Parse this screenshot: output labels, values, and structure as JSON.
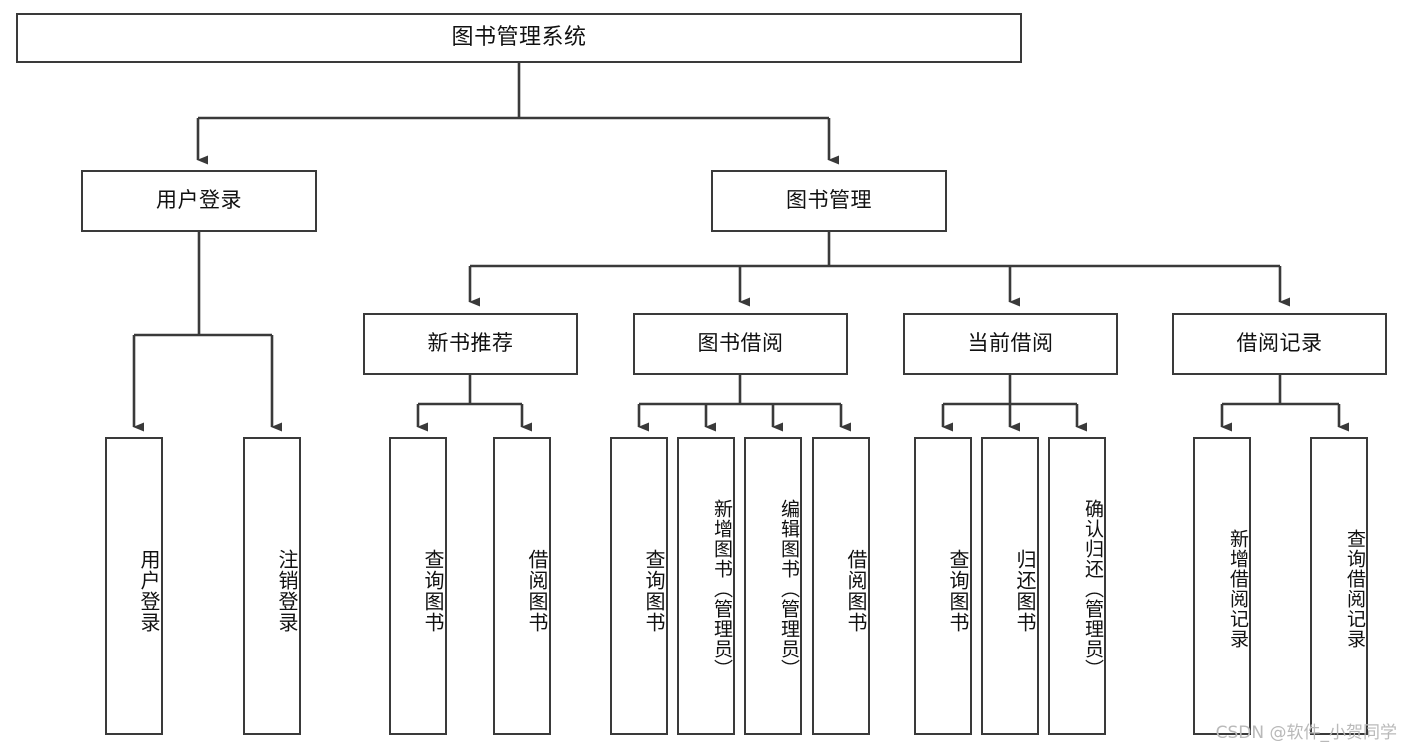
{
  "diagram": {
    "kind": "hierarchy-tree",
    "root": {
      "label": "图书管理系统"
    },
    "level2": [
      {
        "label": "用户登录"
      },
      {
        "label": "图书管理"
      }
    ],
    "level3": [
      {
        "label": "新书推荐"
      },
      {
        "label": "图书借阅"
      },
      {
        "label": "当前借阅"
      },
      {
        "label": "借阅记录"
      }
    ],
    "leaves": {
      "user_login": [
        {
          "label": "用户登录"
        },
        {
          "label": "注销登录"
        }
      ],
      "new_book_recommend": [
        {
          "label": "查询图书"
        },
        {
          "label": "借阅图书"
        }
      ],
      "book_borrow": [
        {
          "label": "查询图书"
        },
        {
          "label": "新增图书（管理员）"
        },
        {
          "label": "编辑图书（管理员）"
        },
        {
          "label": "借阅图书"
        }
      ],
      "current_borrow": [
        {
          "label": "查询图书"
        },
        {
          "label": "归还图书"
        },
        {
          "label": "确认归还（管理员）"
        }
      ],
      "borrow_record": [
        {
          "label": "新增借阅记录"
        },
        {
          "label": "查询借阅记录"
        }
      ]
    }
  },
  "watermark": {
    "text": "CSDN @软件_小贺同学"
  },
  "colors": {
    "stroke": "#3a3a3a",
    "background": "#ffffff",
    "text": "#111111",
    "watermark": "#b9b9b9"
  }
}
